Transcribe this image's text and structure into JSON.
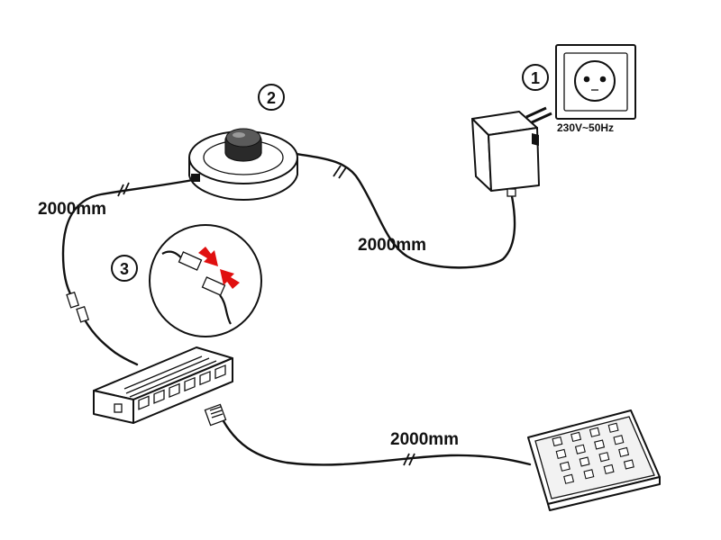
{
  "steps": {
    "one": "1",
    "two": "2",
    "three": "3"
  },
  "cable_lengths": {
    "switch_to_adapter": "2000mm",
    "hub_to_switch": "2000mm",
    "hub_to_light": "2000mm"
  },
  "power_rating": "230V~50Hz",
  "colors": {
    "line": "#111111",
    "arrow": "#e01010",
    "light_panel": "#f2f2f2"
  },
  "icons": [
    "wall-socket-icon",
    "power-adapter-icon",
    "foot-switch-icon",
    "connector-detail-icon",
    "distributor-hub-icon",
    "led-panel-icon",
    "red-arrow-icon"
  ]
}
